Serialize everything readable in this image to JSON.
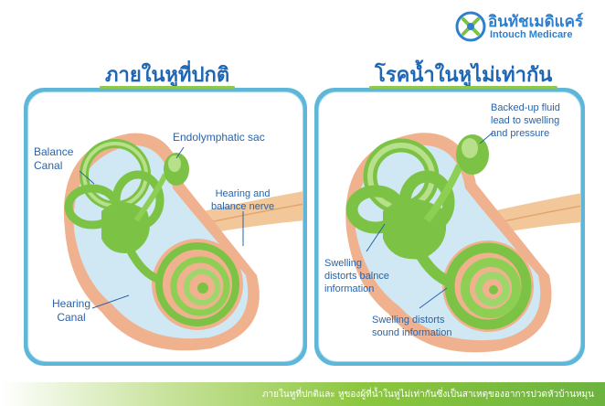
{
  "brand": {
    "name_th": "อินทัชเมดิแคร์",
    "name_en": "Intouch Medicare"
  },
  "left_panel": {
    "title": "ภายในหูที่ปกติ",
    "labels": {
      "balance_canal": "Balance\nCanal",
      "endolymphatic_sac": "Endolymphatic sac",
      "hearing_nerve": "Hearing and\nbalance nerve",
      "hearing_canal": "Hearing\nCanal"
    }
  },
  "right_panel": {
    "title": "โรคน้ำในหูไม่เท่ากัน",
    "labels": {
      "backed_up_fluid": "Backed-up fluid\nlead to swelling\nand pressure",
      "swelling_balance": "Swelling\ndistorts balnce\ninformation",
      "swelling_sound": "Swelling distorts\nsound information"
    }
  },
  "footer": {
    "caption": "ภายในหูที่ปกติและ หูของผู้ที่น้ำในหูไม่เท่ากันซึ่งเป็นสาเหตุของอาการปวดหัวบ้านหมุน"
  },
  "colors": {
    "title_blue": "#1f67b5",
    "label_blue": "#2a63a8",
    "panel_border": "#5eb6d8",
    "ear_green": "#7cc244",
    "ear_light_green": "#b8e08a",
    "bone_orange": "#e8875a",
    "nerve_tan": "#f2c79a",
    "footer_green": "#8cc63e"
  }
}
